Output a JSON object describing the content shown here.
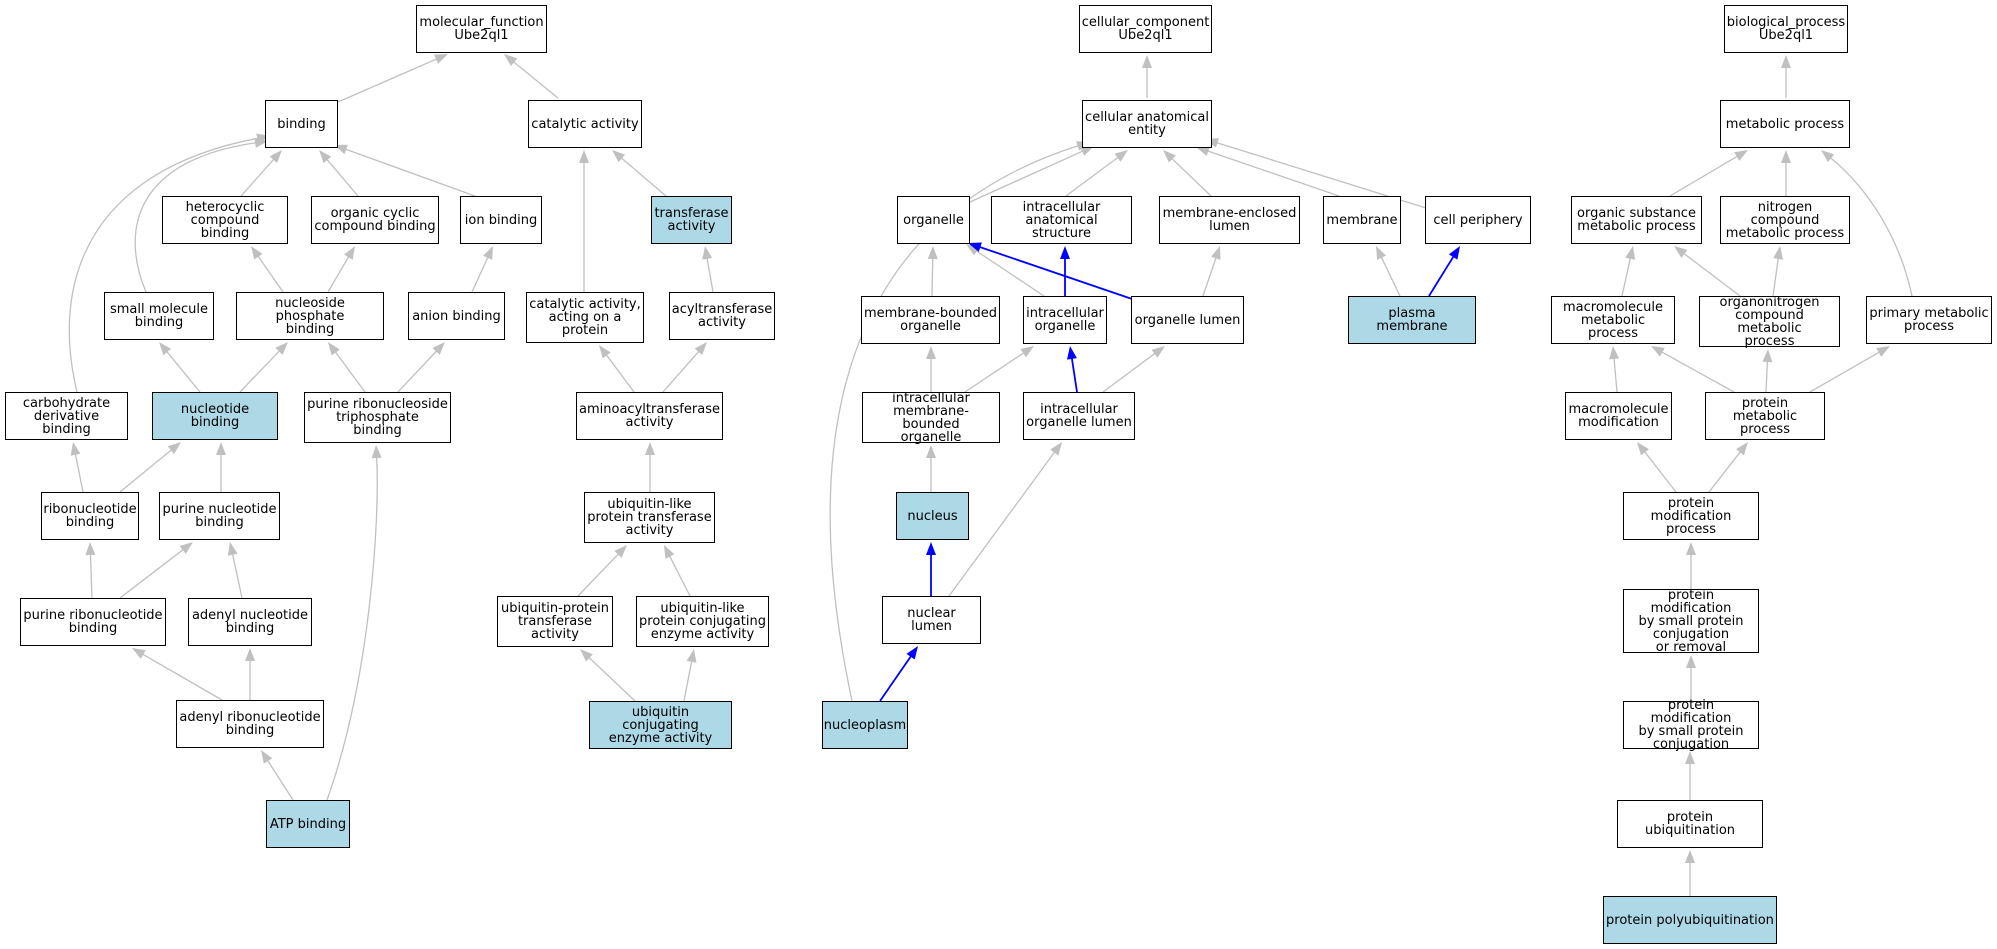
{
  "colors": {
    "highlight_fill": "#add8e6",
    "edge_gray": "#c0c0c0",
    "edge_path": "#0000ff",
    "box_border": "#000000"
  },
  "nodes": {
    "mf_root": "molecular_function\nUbe2ql1",
    "binding": "binding",
    "catalytic_activity": "catalytic activity",
    "heterocyclic_binding": "heterocyclic\ncompound binding",
    "organic_cyclic_binding": "organic cyclic\ncompound binding",
    "ion_binding": "ion binding",
    "transferase_activity": "transferase\nactivity",
    "small_molecule_binding": "small molecule\nbinding",
    "nucleoside_phosphate_binding": "nucleoside phosphate\nbinding",
    "anion_binding": "anion binding",
    "catalytic_on_protein": "catalytic activity,\nacting on a\nprotein",
    "acyltransferase_activity": "acyltransferase\nactivity",
    "carbohydrate_derivative_binding": "carbohydrate\nderivative binding",
    "nucleotide_binding": "nucleotide binding",
    "purine_ribonucleoside_triphosphate_binding": "purine ribonucleoside\ntriphosphate\nbinding",
    "aminoacyltransferase_activity": "aminoacyltransferase\nactivity",
    "ribonucleotide_binding": "ribonucleotide\nbinding",
    "purine_nucleotide_binding": "purine nucleotide\nbinding",
    "ubl_transferase_activity": "ubiquitin-like\nprotein transferase\nactivity",
    "purine_ribonucleotide_binding": "purine ribonucleotide\nbinding",
    "adenyl_nucleotide_binding": "adenyl nucleotide\nbinding",
    "ub_protein_transferase_activity": "ubiquitin-protein\ntransferase\nactivity",
    "ubl_conjugating_enzyme_activity": "ubiquitin-like\nprotein conjugating\nenzyme activity",
    "adenyl_ribonucleotide_binding": "adenyl ribonucleotide\nbinding",
    "ub_conjugating_enzyme_activity": "ubiquitin conjugating\nenzyme activity",
    "atp_binding": "ATP binding",
    "cc_root": "cellular_component\nUbe2ql1",
    "cellular_anatomical_entity": "cellular anatomical\nentity",
    "organelle": "organelle",
    "intracellular_anatomical_structure": "intracellular\nanatomical structure",
    "membrane_enclosed_lumen": "membrane-enclosed\nlumen",
    "membrane": "membrane",
    "cell_periphery": "cell periphery",
    "membrane_bounded_organelle": "membrane-bounded\norganelle",
    "intracellular_organelle": "intracellular\norganelle",
    "organelle_lumen": "organelle lumen",
    "plasma_membrane": "plasma membrane",
    "intracellular_membrane_bounded_organelle": "intracellular\nmembrane-bounded\norganelle",
    "intracellular_organelle_lumen": "intracellular\norganelle lumen",
    "nucleus": "nucleus",
    "nuclear_lumen": "nuclear lumen",
    "nucleoplasm": "nucleoplasm",
    "bp_root": "biological_process\nUbe2ql1",
    "metabolic_process": "metabolic process",
    "organic_substance_metabolic_process": "organic substance\nmetabolic process",
    "nitrogen_compound_metabolic_process": "nitrogen compound\nmetabolic process",
    "macromolecule_metabolic_process": "macromolecule\nmetabolic process",
    "organonitrogen_compound_metabolic_process": "organonitrogen\ncompound metabolic\nprocess",
    "primary_metabolic_process": "primary metabolic\nprocess",
    "macromolecule_modification": "macromolecule\nmodification",
    "protein_metabolic_process": "protein metabolic\nprocess",
    "protein_modification_process": "protein modification\nprocess",
    "protein_mod_small_protein_conj_or_removal": "protein modification\nby small protein\nconjugation\nor removal",
    "protein_mod_small_protein_conj": "protein modification\nby small protein\nconjugation",
    "protein_ubiquitination": "protein ubiquitination",
    "protein_polyubiquitination": "protein polyubiquitination"
  }
}
